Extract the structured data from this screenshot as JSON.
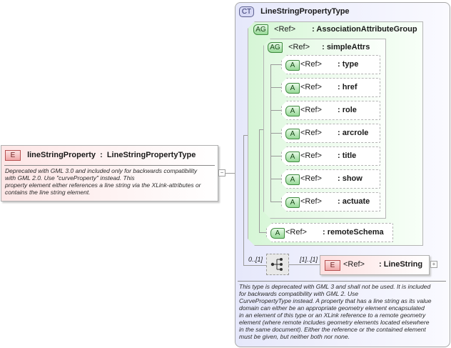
{
  "element": {
    "badge": "E",
    "name": "lineStringProperty",
    "separator": ":",
    "type": "LineStringPropertyType",
    "documentation": [
      "Deprecated with GML 3.0 and included only for backwards compatibility",
      "with GML 2.0. Use \"curveProperty\" instead. This",
      "property element either references a line string via the XLink-attributes or",
      "contains the line string element."
    ],
    "collapse_icon": "minus-icon"
  },
  "complex_type": {
    "badge": "CT",
    "name": "LineStringPropertyType",
    "attribute_group": {
      "badge": "AG",
      "ref": "<Ref>",
      "name": ": AssociationAttributeGroup",
      "inner_group": {
        "badge": "AG",
        "ref": "<Ref>",
        "name": ": simpleAttrs",
        "attributes": [
          {
            "badge": "A",
            "ref": "<Ref>",
            "name": ": type"
          },
          {
            "badge": "A",
            "ref": "<Ref>",
            "name": ": href"
          },
          {
            "badge": "A",
            "ref": "<Ref>",
            "name": ": role"
          },
          {
            "badge": "A",
            "ref": "<Ref>",
            "name": ": arcrole"
          },
          {
            "badge": "A",
            "ref": "<Ref>",
            "name": ": title"
          },
          {
            "badge": "A",
            "ref": "<Ref>",
            "name": ": show"
          },
          {
            "badge": "A",
            "ref": "<Ref>",
            "name": ": actuate"
          }
        ]
      },
      "extra_attribute": {
        "badge": "A",
        "ref": "<Ref>",
        "name": ": remoteSchema"
      }
    },
    "sequence": {
      "icon": "sequence-icon",
      "min_max": "0..[1]",
      "child_min_max": "[1]..[1]",
      "child": {
        "badge": "E",
        "ref": "<Ref>",
        "name": ": LineString",
        "expand_icon": "plus-icon"
      }
    },
    "documentation": [
      "This type is deprecated with GML 3 and shall not be used. It is included",
      "for backwards compatibility with GML 2. Use",
      "CurvePropertyType instead. A property that has a line string as its value",
      "domain can either be an appropriate geometry element encapsulated",
      "in an element of this type or an XLink reference to a remote geometry",
      "element (where remote includes geometry elements located elsewhere",
      "in the same document). Either the reference or the contained element",
      "must be given, but neither both nor none."
    ]
  },
  "colors": {
    "element_fill": "#fde6e6",
    "complex_type_fill": "#e6e8fb",
    "attribute_group_fill": "#d6f6d6",
    "connector": "#9a9a9a"
  }
}
